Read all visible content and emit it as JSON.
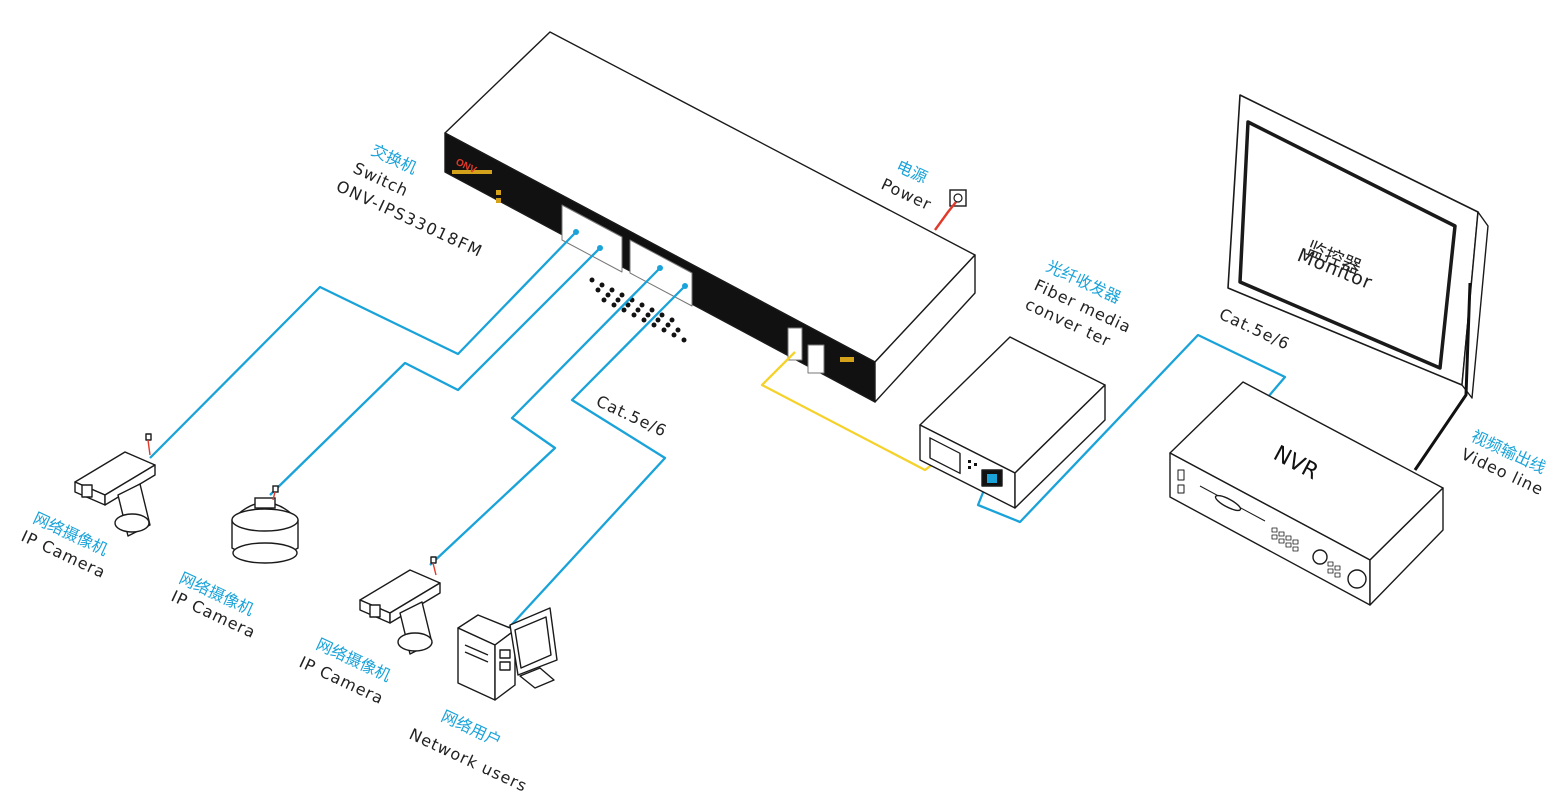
{
  "colors": {
    "ethernet_cable": "#1aa3d9",
    "fiber_cable": "#f5d22a",
    "power_cable": "#e23a2a",
    "video_cable": "#111111",
    "outline": "#1a1a1a",
    "label_cn": "#1aa3d9",
    "label_en": "#222222"
  },
  "switch": {
    "label_cn": "交换机",
    "label_en": "Switch",
    "model": "ONV-IPS33018FM",
    "brand": "ONV"
  },
  "power": {
    "label_cn": "电源",
    "label_en": "Power"
  },
  "converter": {
    "label_cn": "光纤收发器",
    "label_en_1": "Fiber media",
    "label_en_2": "conver ter"
  },
  "monitor": {
    "label_cn": "监控器",
    "label_en": "Monitor"
  },
  "nvr": {
    "label": "NVR"
  },
  "video_line": {
    "label_cn": "视频输出线",
    "label_en": "Video line"
  },
  "cables": {
    "cat_left": "Cat.5e/6",
    "cat_right": "Cat.5e/6"
  },
  "devices": [
    {
      "label_cn": "网络摄像机",
      "label_en": "IP Camera",
      "icon": "bullet-camera-icon"
    },
    {
      "label_cn": "网络摄像机",
      "label_en": "IP Camera",
      "icon": "dome-camera-icon"
    },
    {
      "label_cn": "网络摄像机",
      "label_en": "IP Camera",
      "icon": "bullet-camera-icon"
    },
    {
      "label_cn": "网络用户",
      "label_en": "Network users",
      "icon": "desktop-computer-icon"
    }
  ]
}
